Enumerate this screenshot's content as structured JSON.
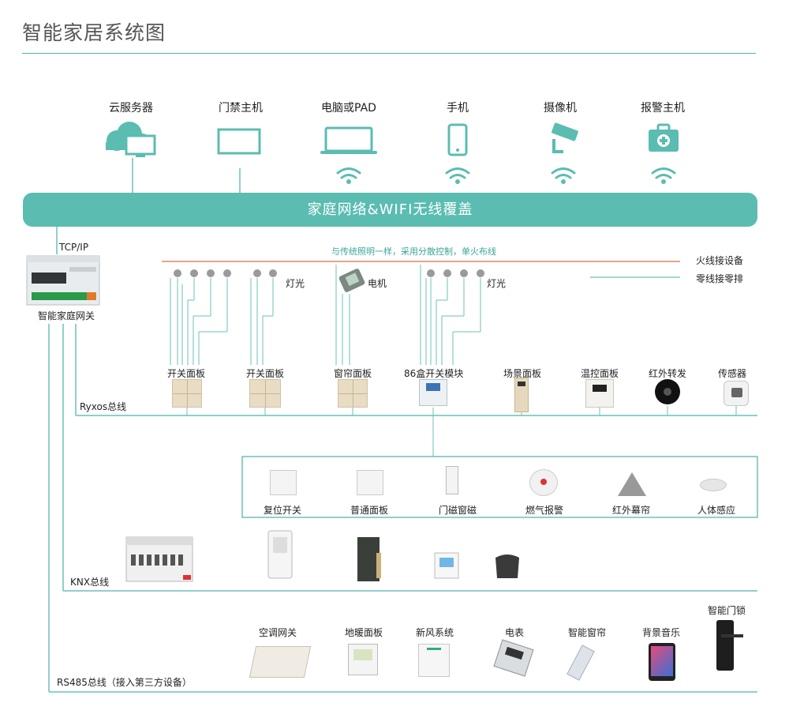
{
  "title": "智能家居系统图",
  "top_devices": [
    {
      "label": "云服务器",
      "icon": "cloud-server-icon"
    },
    {
      "label": "门禁主机",
      "icon": "door-access-host-icon"
    },
    {
      "label": "电脑或PAD",
      "icon": "laptop-icon"
    },
    {
      "label": "手机",
      "icon": "phone-icon"
    },
    {
      "label": "摄像机",
      "icon": "camera-icon"
    },
    {
      "label": "报警主机",
      "icon": "alarm-host-icon"
    }
  ],
  "network_bar": "家庭网络&WIFI无线覆盖",
  "tcpip": "TCP/IP",
  "gateway": "智能家庭网关",
  "wiring_note": "与传统照明一样，采用分散控制，单火布线",
  "live_wire": "火线接设备",
  "neutral_wire": "零线接零排",
  "light_label": "灯光",
  "motor_label": "电机",
  "ryxos_bus": "Ryxos总线",
  "ryxos_devices": [
    {
      "label": "开关面板",
      "icon": "switch-panel-icon"
    },
    {
      "label": "开关面板",
      "icon": "switch-panel-icon"
    },
    {
      "label": "窗帘面板",
      "icon": "curtain-panel-icon"
    },
    {
      "label": "86盒开关模块",
      "icon": "switch-module-icon"
    },
    {
      "label": "场景面板",
      "icon": "scene-panel-icon"
    },
    {
      "label": "温控面板",
      "icon": "thermostat-panel-icon"
    },
    {
      "label": "红外转发",
      "icon": "ir-transmitter-icon"
    },
    {
      "label": "传感器",
      "icon": "sensor-icon"
    }
  ],
  "sub_devices": [
    {
      "label": "复位开关",
      "icon": "reset-switch-icon"
    },
    {
      "label": "普通面板",
      "icon": "normal-panel-icon"
    },
    {
      "label": "门磁窗磁",
      "icon": "door-window-sensor-icon"
    },
    {
      "label": "燃气报警",
      "icon": "gas-alarm-icon"
    },
    {
      "label": "红外幕帘",
      "icon": "ir-curtain-icon"
    },
    {
      "label": "人体感应",
      "icon": "motion-sensor-icon"
    }
  ],
  "knx_bus": "KNX总线",
  "rs485_bus": "RS485总线（接入第三方设备）",
  "rs485_devices": [
    {
      "label": "空调网关",
      "icon": "ac-gateway-icon"
    },
    {
      "label": "地暖面板",
      "icon": "floor-heating-panel-icon"
    },
    {
      "label": "新风系统",
      "icon": "fresh-air-icon"
    },
    {
      "label": "电表",
      "icon": "meter-icon"
    },
    {
      "label": "智能窗帘",
      "icon": "smart-curtain-icon"
    },
    {
      "label": "背景音乐",
      "icon": "music-tablet-icon"
    },
    {
      "label": "智能门锁",
      "icon": "smart-lock-icon"
    }
  ],
  "colors": {
    "teal": "#5bbcb1",
    "line": "#6bc0b8",
    "live": "#e06a4a",
    "panel": "#e8dcc4"
  }
}
